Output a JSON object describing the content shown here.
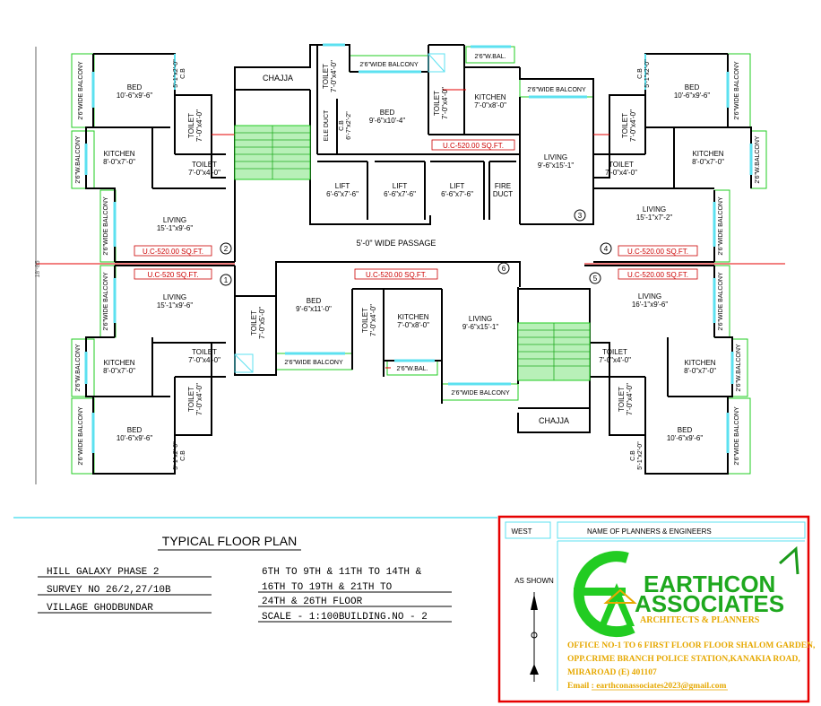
{
  "plan": {
    "passage_label": "5'-0\" WIDE PASSAGE",
    "dim_label": "18'-85",
    "chajja": "CHAJJA",
    "ele_duct": "ELE DUCT",
    "fire_duct": [
      "FIRE",
      "DUCT"
    ],
    "lift": {
      "name": "LIFT",
      "size": "6'-6\"x7'-6\""
    },
    "uc_520": "U.C-520.00 SQ.FT.",
    "uc_520_short": "U.C-520 SQ.FT.",
    "markers": [
      "1",
      "2",
      "3",
      "4",
      "5",
      "6"
    ],
    "balcony_wide": "2'6\"WIDE BALCONY",
    "balcony_w": "2'6\"W.BAL.",
    "balcony_w_bal": "2'6\"W.BALCONY",
    "rooms": {
      "bed_corner": {
        "name": "BED",
        "size": "10'-6\"x9'-6\""
      },
      "bed_top": {
        "name": "BED",
        "size": "9'-6\"x10'-4\""
      },
      "bed_bottom": {
        "name": "BED",
        "size": "9'-6\"x11'-0\""
      },
      "kitchen_side": {
        "name": "KITCHEN",
        "size": "8'-0\"x7'-0\""
      },
      "kitchen_center": {
        "name": "KITCHEN",
        "size": "7'-0\"x8'-0\""
      },
      "toilet_74": {
        "name": "TOILET",
        "size": "7'-0\"x4'-0\""
      },
      "toilet_75": {
        "name": "TOILET",
        "size": "7'-0\"x5'-0\""
      },
      "living_a": {
        "name": "LIVING",
        "size": "15'-1\"x9'-6\""
      },
      "living_b": {
        "name": "LIVING",
        "size": "9'-6\"x15'-1\""
      },
      "living_c": {
        "name": "LIVING",
        "size": "15'-1\"x7'-2\""
      },
      "living_d": {
        "name": "LIVING",
        "size": "16'-1\"x9'-6\""
      },
      "cb_a": {
        "name": "C.B",
        "size": "5'-1\"x2'-0\""
      },
      "cb_b": {
        "name": "C.B",
        "size": "6'-7\"x2'-2\""
      },
      "cb_c": {
        "name": "C.B",
        "size": "5'-1\"x2'-0\""
      }
    }
  },
  "title": {
    "heading": "TYPICAL FLOOR PLAN",
    "project_lines": [
      "HILL GALAXY PHASE 2",
      "SURVEY NO 26/2,27/10B",
      "VILLAGE GHODBUNDAR"
    ],
    "floor_lines": [
      "6TH TO 9TH & 11TH TO 14TH &",
      "16TH TO 19TH & 21TH TO",
      "24TH & 26TH FLOOR",
      "SCALE - 1:100BUILDING.NO - 2"
    ]
  },
  "titleblock": {
    "west": "WEST",
    "planner_label": "NAME OF PLANNERS & ENGINEERS",
    "scale": "AS SHOWN",
    "company_line1": "EARTHCON",
    "company_line2": "ASSOCIATES",
    "tagline": "ARCHITECTS & PLANNERS",
    "address_lines": [
      "OFFICE NO-1 TO 6 FIRST FLOOR FLOOR SHALOM GARDEN,",
      "OPP.CRIME BRANCH POLICE STATION,KANAKIA ROAD,",
      "MIRAROAD (E) 401107"
    ],
    "email": "Email : earthconassociates2023@gmail.com",
    "colors": {
      "green": "#22cc22",
      "orange": "#e6a800",
      "red": "#e60000",
      "cyan": "#5ce1f0"
    }
  }
}
